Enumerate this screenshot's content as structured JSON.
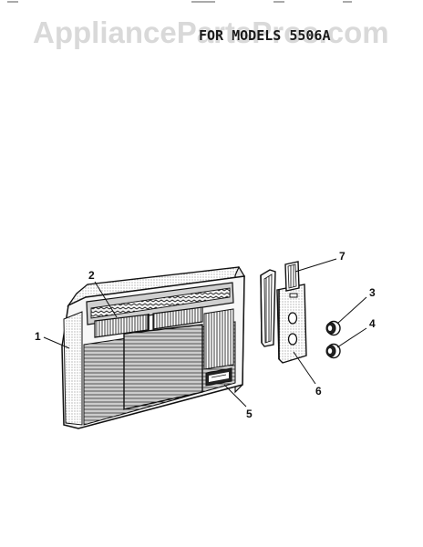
{
  "watermark": "AppliancePartsPros.com",
  "header_text": "FOR MODELS 5506A",
  "callouts": [
    {
      "id": "callout-1",
      "label": "1"
    },
    {
      "id": "callout-2",
      "label": "2"
    },
    {
      "id": "callout-3",
      "label": "3"
    },
    {
      "id": "callout-4",
      "label": "4"
    },
    {
      "id": "callout-5",
      "label": "5"
    },
    {
      "id": "callout-6",
      "label": "6"
    },
    {
      "id": "callout-7",
      "label": "7"
    }
  ],
  "colors": {
    "ink": "#111111",
    "watermark": "#d9d9d9",
    "background": "#ffffff"
  }
}
